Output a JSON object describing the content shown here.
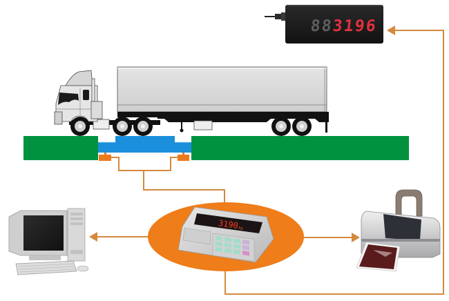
{
  "colors": {
    "ground": "#00923f",
    "platform": "#1b8fdb",
    "load_cell": "#ea7a1d",
    "wire": "#d4893c",
    "indicator_hub": "#ee7d1a",
    "display_lit": "#e2313f",
    "display_unlit": "#5e5e5e"
  },
  "components": {
    "truck": {
      "icon": "semi-truck-icon"
    },
    "weighbridge": {
      "icon": "weighbridge-platform",
      "load_cell_count": 2
    },
    "indicator": {
      "icon": "weighing-indicator-icon",
      "reading": "3190",
      "unit": "kg"
    },
    "computer": {
      "icon": "desktop-computer-icon"
    },
    "printer": {
      "icon": "printer-icon"
    },
    "remote_display": {
      "icon": "led-display-icon",
      "digits": [
        {
          "char": "8",
          "lit": false
        },
        {
          "char": "8",
          "lit": false
        },
        {
          "char": "3",
          "lit": true
        },
        {
          "char": "1",
          "lit": true
        },
        {
          "char": "9",
          "lit": true
        },
        {
          "char": "6",
          "lit": true
        }
      ]
    }
  },
  "connections": [
    {
      "from": "load_cells",
      "to": "indicator",
      "arrow": false
    },
    {
      "from": "indicator",
      "to": "computer",
      "arrow": true
    },
    {
      "from": "indicator",
      "to": "printer",
      "arrow": true
    },
    {
      "from": "indicator",
      "to": "remote_display",
      "arrow": true
    }
  ]
}
